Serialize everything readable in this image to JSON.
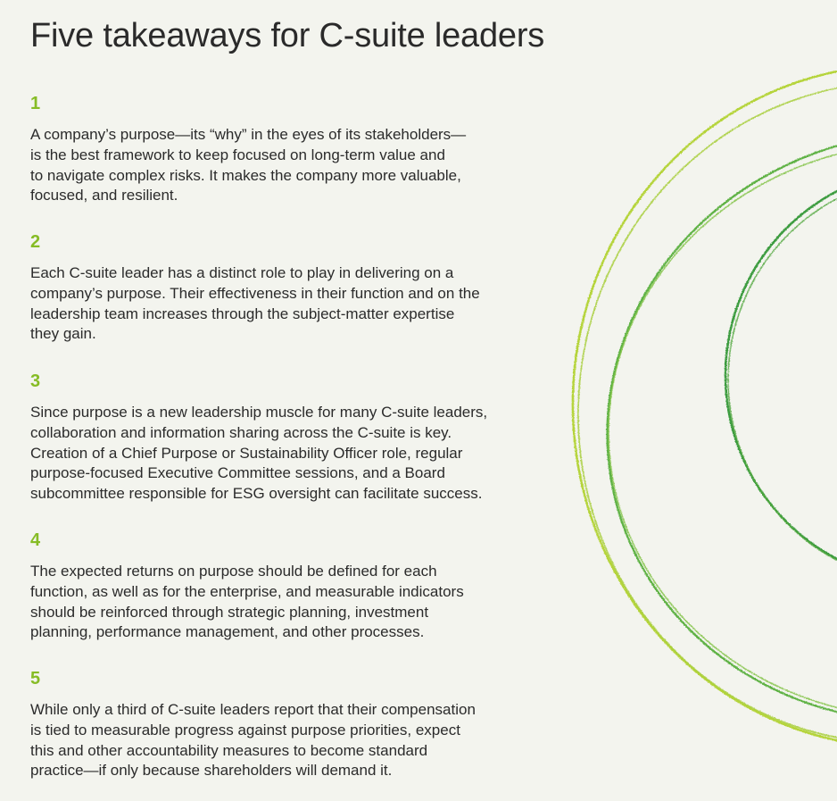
{
  "title": "Five takeaways for C-suite leaders",
  "takeaways": [
    {
      "number": "1",
      "lines": [
        "A company’s purpose—its “why” in the eyes of its stakeholders—",
        "is the best framework to keep focused on long-term value and",
        "to navigate complex risks. It makes the company more valuable,",
        "focused, and resilient."
      ]
    },
    {
      "number": "2",
      "lines": [
        "Each C-suite leader has a distinct role to play in delivering on a",
        "company’s purpose. Their effectiveness in their function and on the",
        "leadership team increases through the subject-matter expertise",
        "they gain."
      ]
    },
    {
      "number": "3",
      "lines": [
        "Since purpose is a new leadership muscle for many C-suite leaders,",
        "collaboration and information sharing across the C-suite is key.",
        "Creation of a Chief Purpose or Sustainability Officer role, regular",
        "purpose-focused Executive Committee sessions, and a Board",
        "subcommittee responsible for ESG oversight can facilitate success."
      ]
    },
    {
      "number": "4",
      "lines": [
        "The expected returns on purpose should be defined for each",
        "function, as well as for the enterprise, and measurable indicators",
        "should be reinforced through strategic planning, investment",
        "planning, performance management, and other processes."
      ]
    },
    {
      "number": "5",
      "lines": [
        "While only a third of C-suite leaders report that their compensation",
        "is tied to measurable progress against purpose priorities, expect",
        "this and other accountability measures to become standard",
        "practice—if only because shareholders will demand it."
      ]
    }
  ],
  "colors": {
    "accent_number": "#86bc25",
    "ring_light": "#b5d43a",
    "ring_mid": "#6fb842",
    "ring_dark": "#3c9c3f",
    "background": "#f3f4ee",
    "text": "#2b2b2b"
  }
}
